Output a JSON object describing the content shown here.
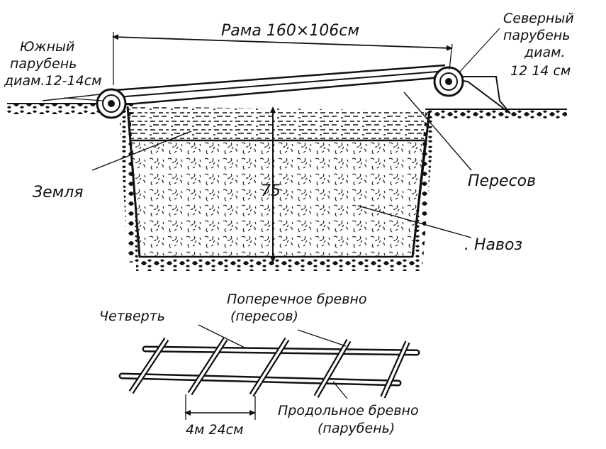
{
  "labels": {
    "frame": "Рама 160×106см",
    "south_log": [
      "Южный",
      "парубень",
      "диам.12-14см"
    ],
    "north_log": [
      "Северный",
      "парубень",
      "диам.",
      "12  14 см"
    ],
    "earth": "Земля",
    "crossbar": "Пересов",
    "depth": "75",
    "manure": ". Навоз",
    "quarter": "Четверть",
    "cross_log": [
      "Поперечное бревно",
      "(пересов)"
    ],
    "spacing": "4м 24см",
    "long_log": [
      "Продольное бревно",
      "(парубень)"
    ]
  },
  "colors": {
    "ink": "#111111",
    "paper": "#ffffff"
  }
}
